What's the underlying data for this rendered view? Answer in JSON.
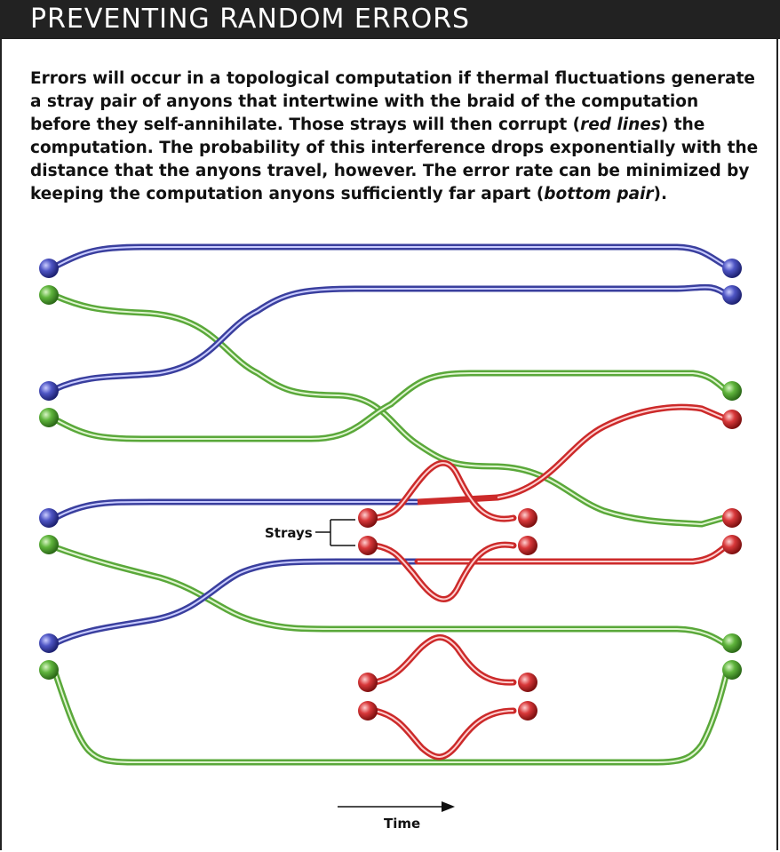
{
  "header": {
    "title": "PREVENTING RANDOM ERRORS"
  },
  "caption": {
    "part1": "Errors will occur in a topological computation if thermal fluctuations generate a stray pair of anyons that intertwine with the braid of the computation before they self-annihilate. Those strays will then corrupt (",
    "em1": "red lines",
    "part2": ") the computation. The probability of this interference drops exponentially with the distance that the anyons travel, however. The error rate can be minimized by keeping the computation anyons sufficiently far apart (",
    "em2": "bottom pair",
    "part3": ")."
  },
  "labels": {
    "strays": "Strays",
    "time": "Time"
  },
  "colors": {
    "blue": "#3a3f9e",
    "green": "#5aa83a",
    "red": "#cc2a2a"
  }
}
